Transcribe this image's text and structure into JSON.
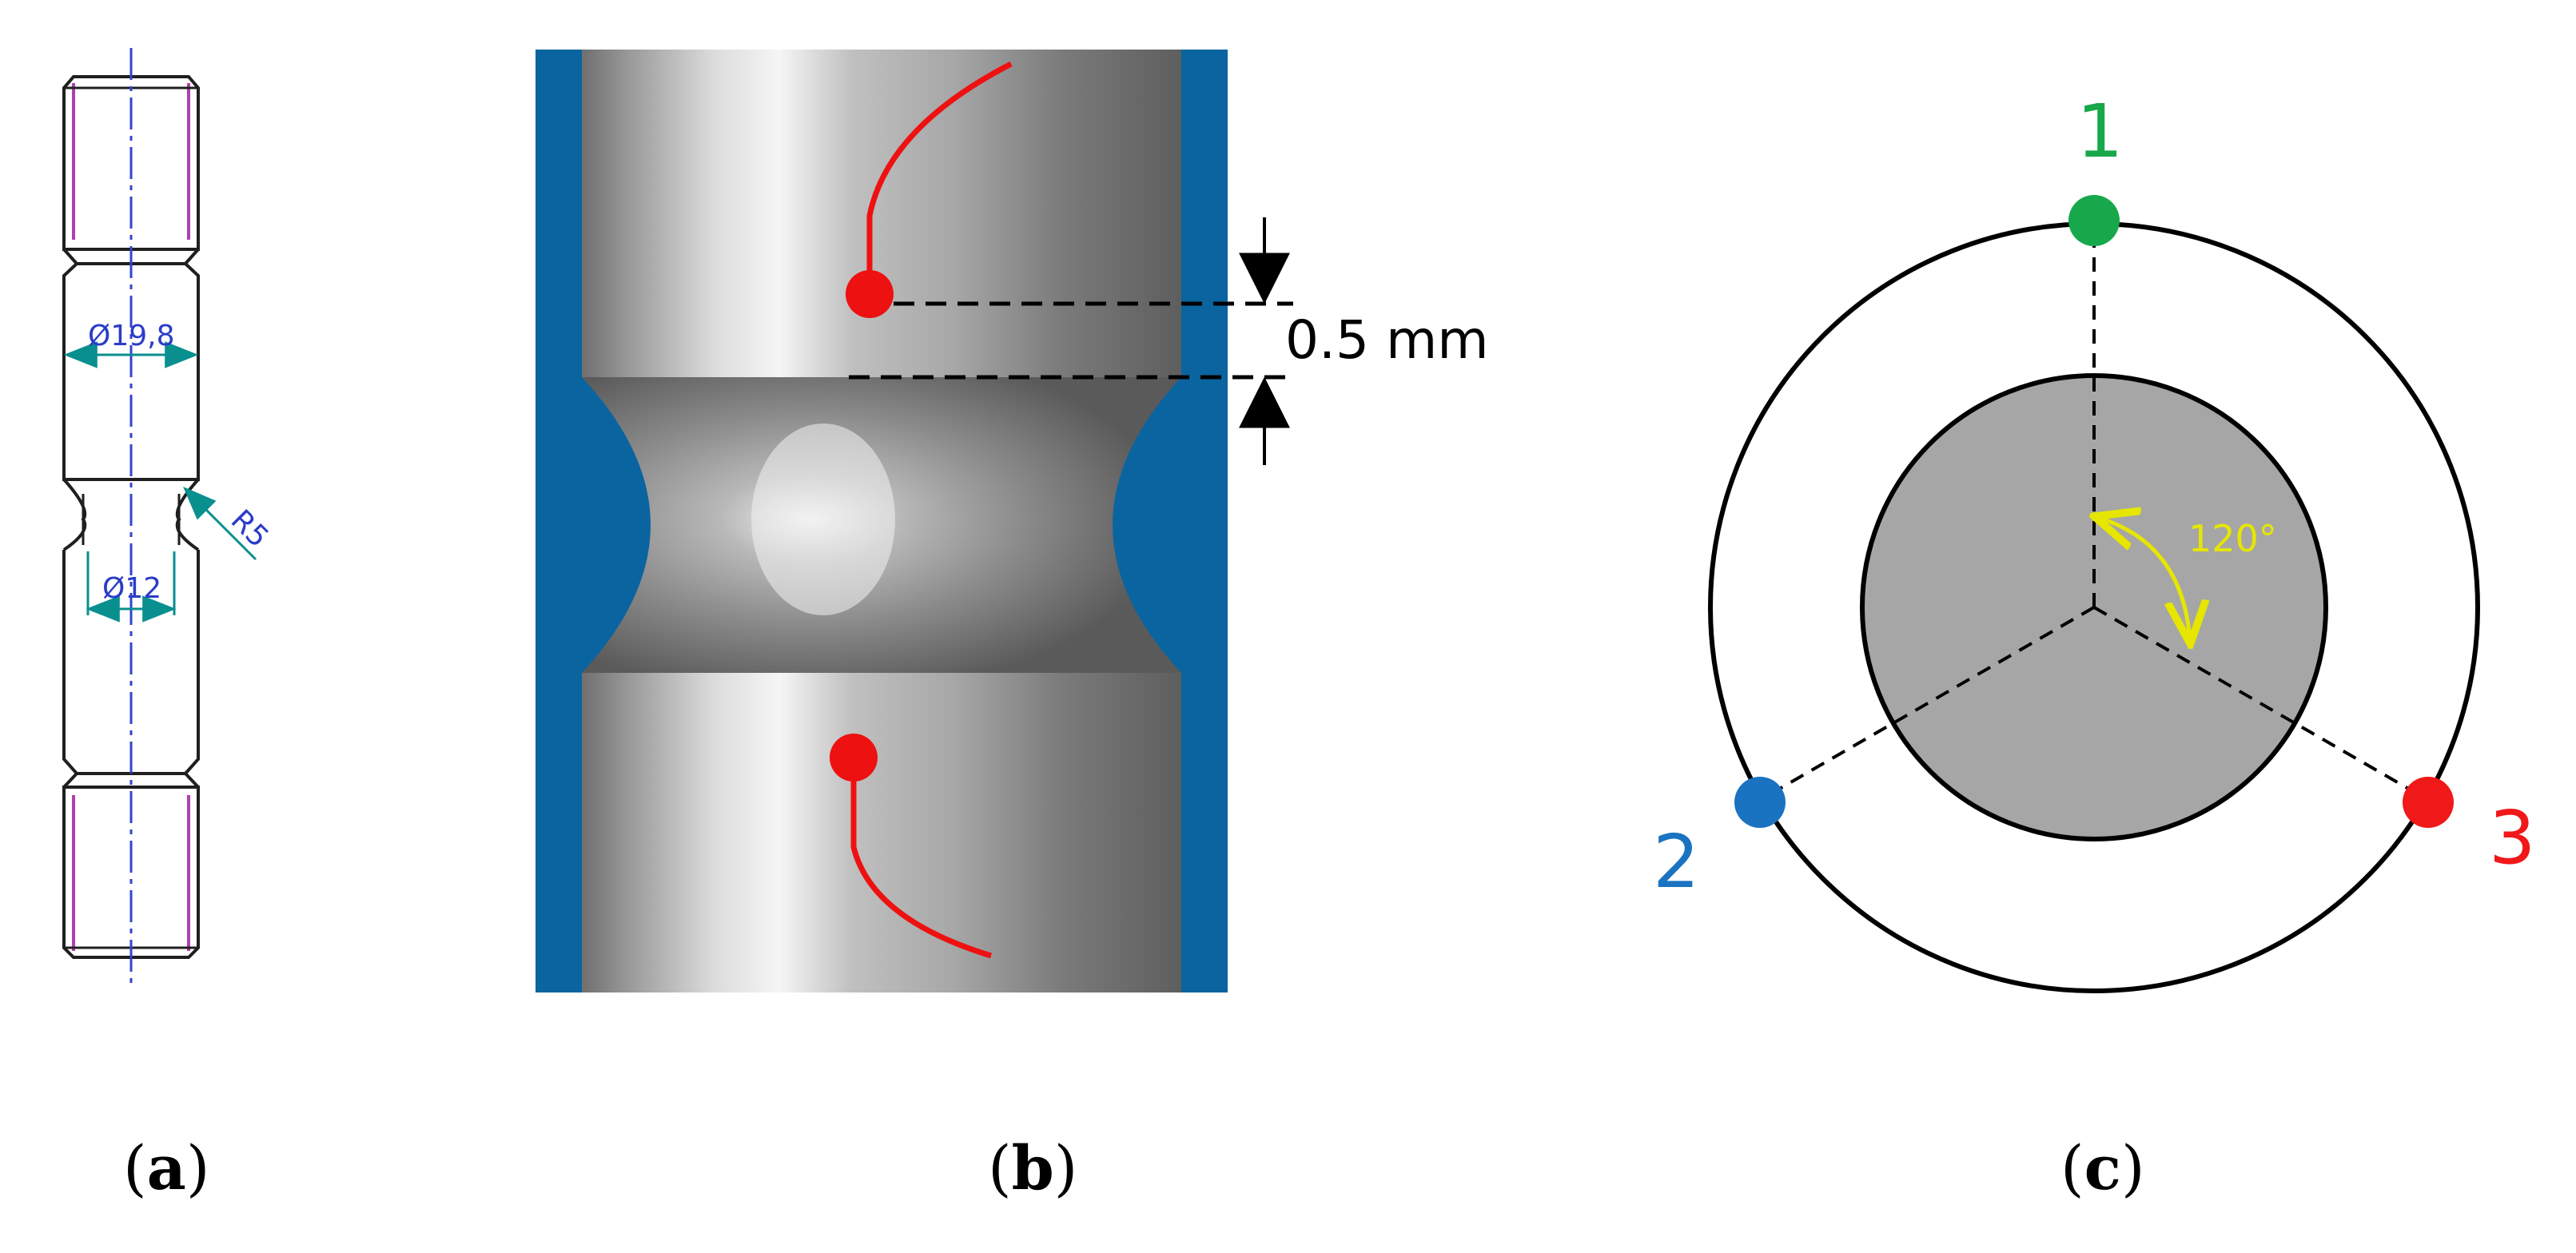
{
  "panel_a": {
    "caption_letter": "a",
    "dim_large": "Ø19,8",
    "dim_small": "Ø12",
    "dim_radius": "R5"
  },
  "panel_b": {
    "caption_letter": "b",
    "gap_label": "0.5 mm"
  },
  "panel_c": {
    "caption_letter": "c",
    "angle_label": "120°",
    "points": [
      {
        "label": "1",
        "color": "#17a84b"
      },
      {
        "label": "2",
        "color": "#1a73c0"
      },
      {
        "label": "3",
        "color": "#f01818"
      }
    ]
  },
  "colors": {
    "drawing_line": "#1f1f1f",
    "centerline": "#3344cc",
    "dimension": "#0a8f8f",
    "thread": "#b040b0",
    "background_blue": "#0a64a0",
    "red_marker": "#ee1111",
    "disc_fill": "#a6a6a6",
    "angle_arrow": "#e6e600"
  }
}
